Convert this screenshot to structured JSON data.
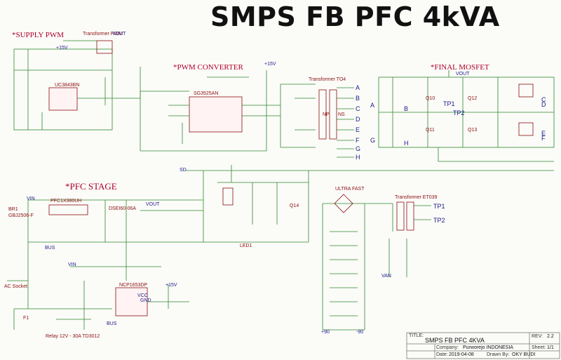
{
  "title": "SMPS FB PFC 4kVA",
  "sections": {
    "supply_pwm": "*SUPPLY PWM",
    "pwm_converter": "*PWM CONVERTER",
    "final_mosfet": "*FINAL MOSFET",
    "pfc_stage": "*PFC STAGE"
  },
  "title_block": {
    "title_label": "TITLE:",
    "title_value": "SMPS FB PFC 4KVA",
    "rev_label": "REV:",
    "rev_value": "2.2",
    "company_label": "Company:",
    "company_value": "Purworejo INDONESIA",
    "date_label": "Date:",
    "date_value": "2019-04-08",
    "drawn_label": "Drawn By:",
    "drawn_value": "OKY BUDI",
    "sheet_label": "Sheet:",
    "sheet_value": "1/1"
  },
  "labels": {
    "ic2": "UC3843BN",
    "ic3": "SG3525AN",
    "ic1": "NCP1653DP",
    "t2": "Transformer PWM",
    "tr1": "Transformer TO4",
    "t1": "Transformer ET039",
    "d1": "ULTRA FAST",
    "relay": "Relay 12V - 30A TD3012",
    "vout": "VOUT",
    "vin": "VIN",
    "vcc": "VCC",
    "v15": "+15V",
    "gnd": "GND",
    "tp1": "TP1",
    "tp2": "TP2",
    "van": "VAN",
    "sd": "SD",
    "bus": "BUS",
    "plus90": "+90",
    "minus90": "-90",
    "out_a": "A",
    "out_b": "B",
    "out_c": "C",
    "out_d": "D",
    "out_e": "E",
    "out_f": "F",
    "out_g": "G",
    "out_h": "H",
    "np": "NP",
    "ns": "NS",
    "mosfet_q10": "Q10",
    "mosfet_q11": "Q11",
    "mosfet_q12": "Q12",
    "mosfet_q13": "Q13",
    "mosfet_q14": "Q14",
    "bridge": "BR1",
    "bridge_part": "GBJ2506-F",
    "pfc_choke": "PFC1X380UH",
    "pfc_diode": "DSEI60-06A",
    "ac_socket": "AC Socket",
    "fuse": "F1",
    "led": "LED1"
  },
  "colors": {
    "wire": "#2c8a2c",
    "component": "#8a1010",
    "net_label": "#1a1a8a",
    "section_title": "#b0002a"
  }
}
